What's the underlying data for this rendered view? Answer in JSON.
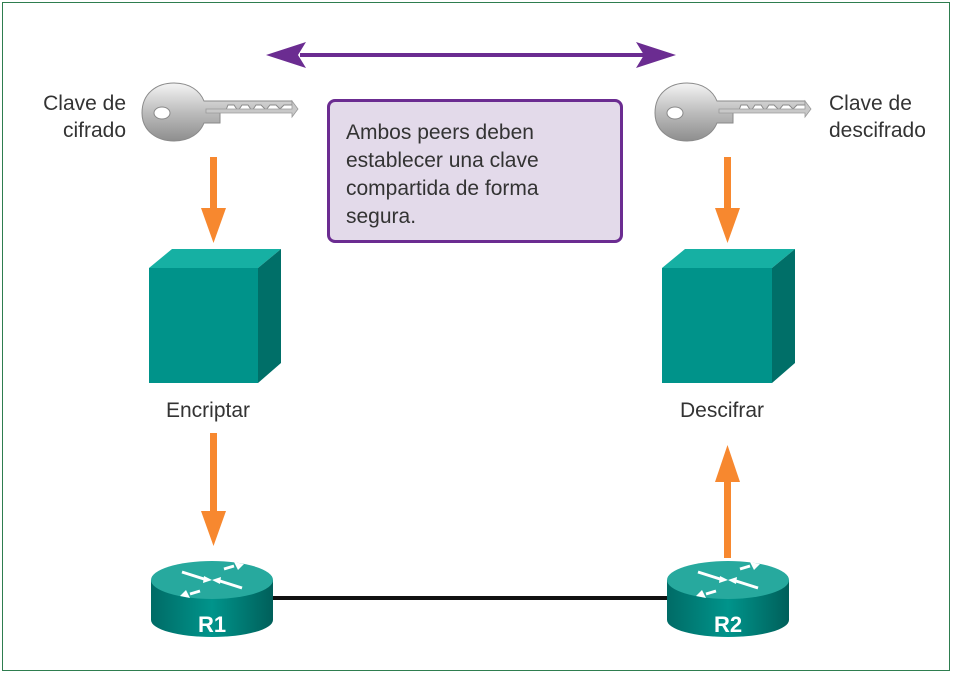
{
  "left_key_label": "Clave de\ncifrado",
  "right_key_label": "Clave de\ndescifrado",
  "note_text": "Ambos peers deben establecer una clave compartida de forma segura.",
  "encrypt_label": "Encriptar",
  "decrypt_label": "Descifrar",
  "router1_label": "R1",
  "router2_label": "R2",
  "colors": {
    "arrow_orange": "#f7882f",
    "purple": "#6b2c91",
    "note_fill": "#e3daea",
    "teal": "#00938a"
  }
}
